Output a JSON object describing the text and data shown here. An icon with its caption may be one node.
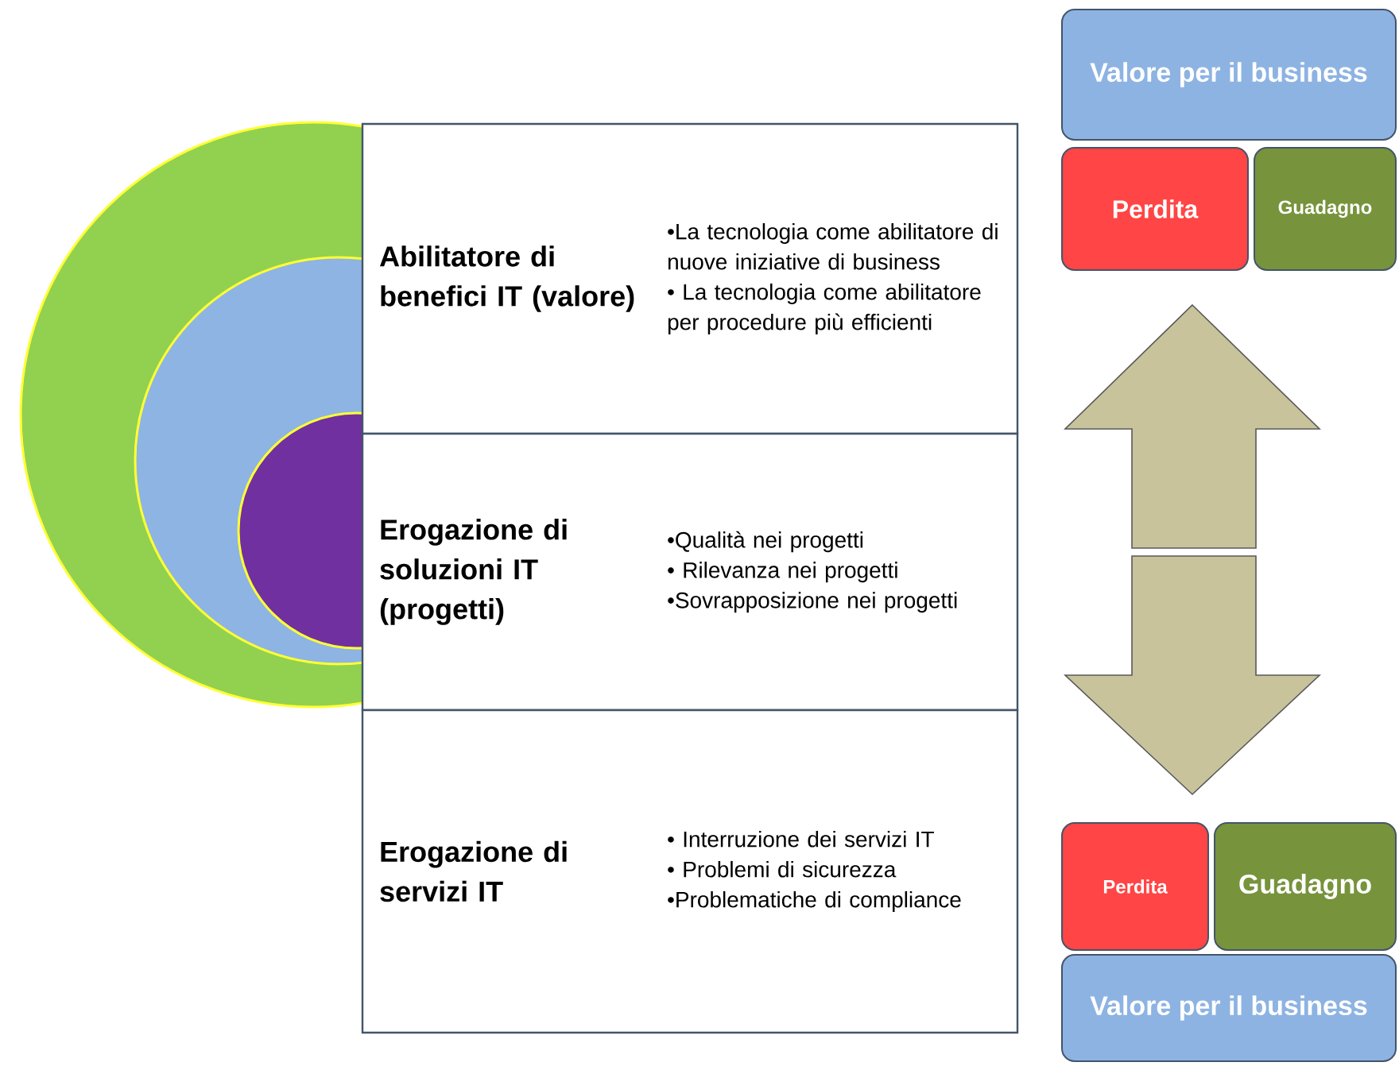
{
  "diagram": {
    "nodes": [
      {
        "text": [
          "Valore per il business"
        ]
      },
      {
        "text": [
          "Perdita"
        ]
      },
      {
        "text": [
          "Guadagno"
        ]
      },
      {
        "text": [
          "Abilitatore di benefici IT (valore)",
          "•La tecnologia come abilitatore di nuove iniziative di business",
          "• La tecnologia come abilitatore per procedure più efficienti"
        ]
      },
      {
        "text": [
          "Erogazione di soluzioni IT (progetti)",
          "•Qualità nei progetti",
          "• Rilevanza nei progetti",
          "•Sovrapposizione nei progetti"
        ]
      },
      {
        "text": [
          "Erogazione di servizi IT",
          "• Interruzione dei servizi IT",
          "• Problemi di sicurezza",
          "•Problematiche di compliance"
        ]
      },
      {
        "text": [
          "Perdita"
        ]
      },
      {
        "text": [
          "Guadagno"
        ]
      },
      {
        "text": [
          "Valore per il business"
        ]
      }
    ]
  }
}
